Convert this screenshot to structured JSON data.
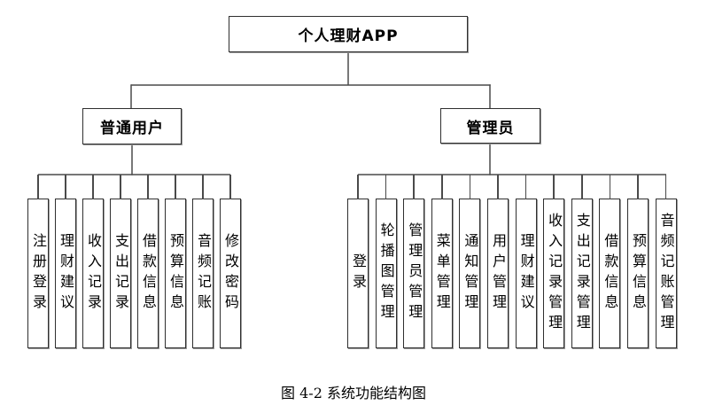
{
  "figure": {
    "root": {
      "label": "个人理财APP"
    },
    "branches": [
      {
        "label": "普通用户",
        "children": [
          "注册登录",
          "理财建议",
          "收入记录",
          "支出记录",
          "借款信息",
          "预算信息",
          "音频记账",
          "修改密码"
        ]
      },
      {
        "label": "管理员",
        "children": [
          "登录",
          "轮播图管理",
          "管理员管理",
          "菜单管理",
          "通知管理",
          "用户管理",
          "理财建议",
          "收入记录管理",
          "支出记录管理",
          "借款信息",
          "预算信息",
          "音频记账管理"
        ]
      }
    ],
    "caption": "图 4-2 系统功能结构图"
  },
  "colors": {
    "background": "#ffffff",
    "box_border": "#2f2f2f",
    "connector": "#4a4a4a",
    "text": "#000000"
  }
}
